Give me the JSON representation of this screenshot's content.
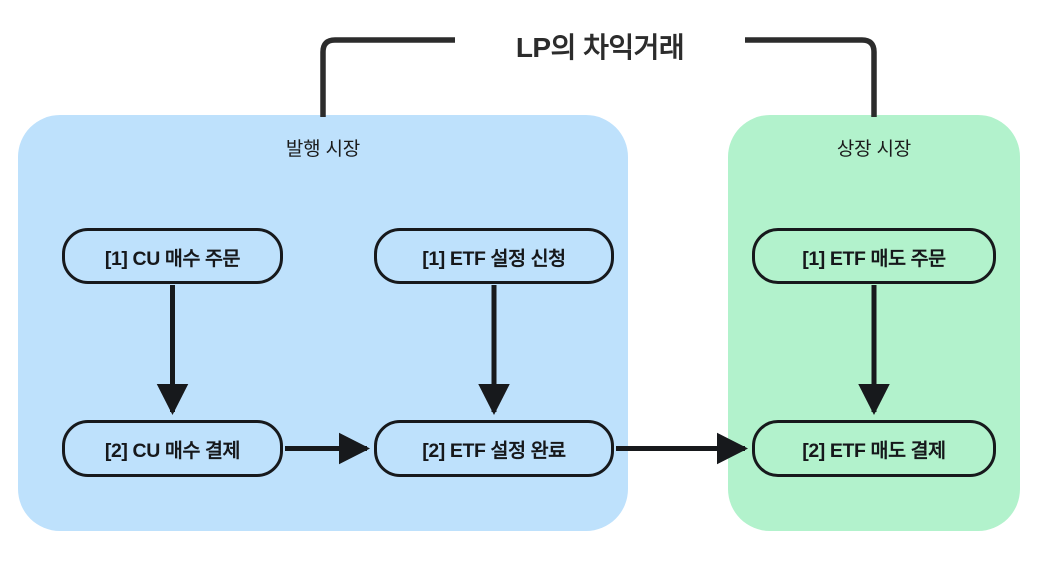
{
  "diagram": {
    "title": "LP의 차익거래",
    "colors": {
      "issuance_panel": "#BEE1FC",
      "listed_panel": "#B2F2CC",
      "stroke": "#17191C",
      "text": "#16181B",
      "background": "#FFFFFF"
    },
    "panels": [
      {
        "id": "issuance",
        "label": "발행 시장",
        "nodes": [
          {
            "id": "cu-order",
            "label": "[1] CU 매수 주문"
          },
          {
            "id": "etf-create",
            "label": "[1] ETF 설정 신청"
          },
          {
            "id": "cu-settle",
            "label": "[2] CU 매수 결제"
          },
          {
            "id": "etf-done",
            "label": "[2] ETF 설정 완료"
          }
        ]
      },
      {
        "id": "listed",
        "label": "상장 시장",
        "nodes": [
          {
            "id": "etf-sell",
            "label": "[1] ETF 매도 주문"
          },
          {
            "id": "etf-sell-settle",
            "label": "[2] ETF 매도 결제"
          }
        ]
      }
    ],
    "edges": [
      {
        "from": "cu-order",
        "to": "cu-settle",
        "direction": "down"
      },
      {
        "from": "etf-create",
        "to": "etf-done",
        "direction": "down"
      },
      {
        "from": "etf-sell",
        "to": "etf-sell-settle",
        "direction": "down"
      },
      {
        "from": "cu-settle",
        "to": "etf-done",
        "direction": "right"
      },
      {
        "from": "etf-done",
        "to": "etf-sell-settle",
        "direction": "right"
      }
    ],
    "bracket": {
      "label": "LP의 차익거래",
      "spans": [
        "issuance",
        "listed"
      ]
    }
  }
}
